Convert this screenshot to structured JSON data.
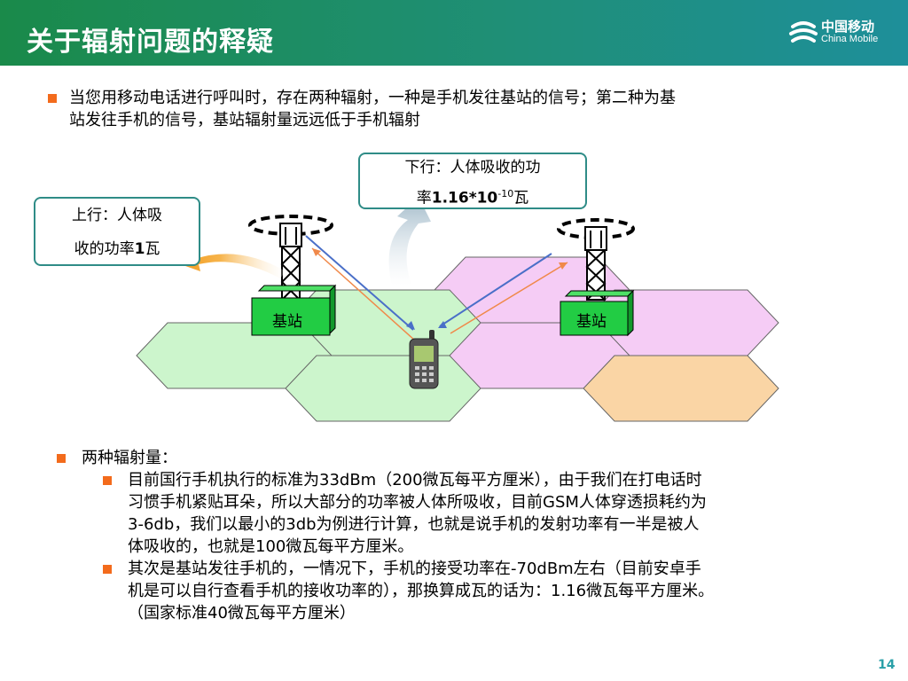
{
  "header": {
    "title": "关于辐射问题的释疑",
    "logo_cn": "中国移动",
    "logo_en": "China Mobile"
  },
  "intro": {
    "line1": "当您用移动电话进行呼叫时，存在两种辐射，一种是手机发往基站的信号；第二种为基",
    "line2": "站发往手机的信号，基站辐射量远远低于手机辐射"
  },
  "diagram": {
    "callout_up_line1": "上行：人体吸",
    "callout_up_line2_prefix": "收的功率",
    "callout_up_value": "1",
    "callout_up_unit": "瓦",
    "callout_down_line1": "下行：人体吸收的功",
    "callout_down_prefix": "率",
    "callout_down_value": "1.16*10",
    "callout_down_exp": "-10",
    "callout_down_unit": "瓦",
    "station_left": "基站",
    "station_right": "基站"
  },
  "body": {
    "heading": "两种辐射量：",
    "item1_l1": "目前国行手机执行的标准为33dBm（200微瓦每平方厘米），由于我们在打电话时",
    "item1_l2": "习惯手机紧贴耳朵，所以大部分的功率被人体所吸收，目前GSM人体穿透损耗约为",
    "item1_l3": "3-6db，我们以最小的3db为例进行计算，也就是说手机的发射功率有一半是被人",
    "item1_l4": "体吸收的，也就是100微瓦每平方厘米。",
    "item2_l1": "其次是基站发往手机的，一情况下，手机的接受功率在-70dBm左右（目前安卓手",
    "item2_l2": "机是可以自行查看手机的接收功率的），那换算成瓦的话为：1.16微瓦每平方厘米。",
    "item2_l3": "（国家标准40微瓦每平方厘米）"
  },
  "page_number": "14",
  "colors": {
    "header_green": "#1a8a4a",
    "bullet_orange": "#f36b1c",
    "cell_green": "#ccf5cc",
    "cell_pink": "#f5ccf5",
    "cell_orange": "#fad5a5",
    "station_green": "#22cc44",
    "callout_border": "#2f8c87"
  }
}
